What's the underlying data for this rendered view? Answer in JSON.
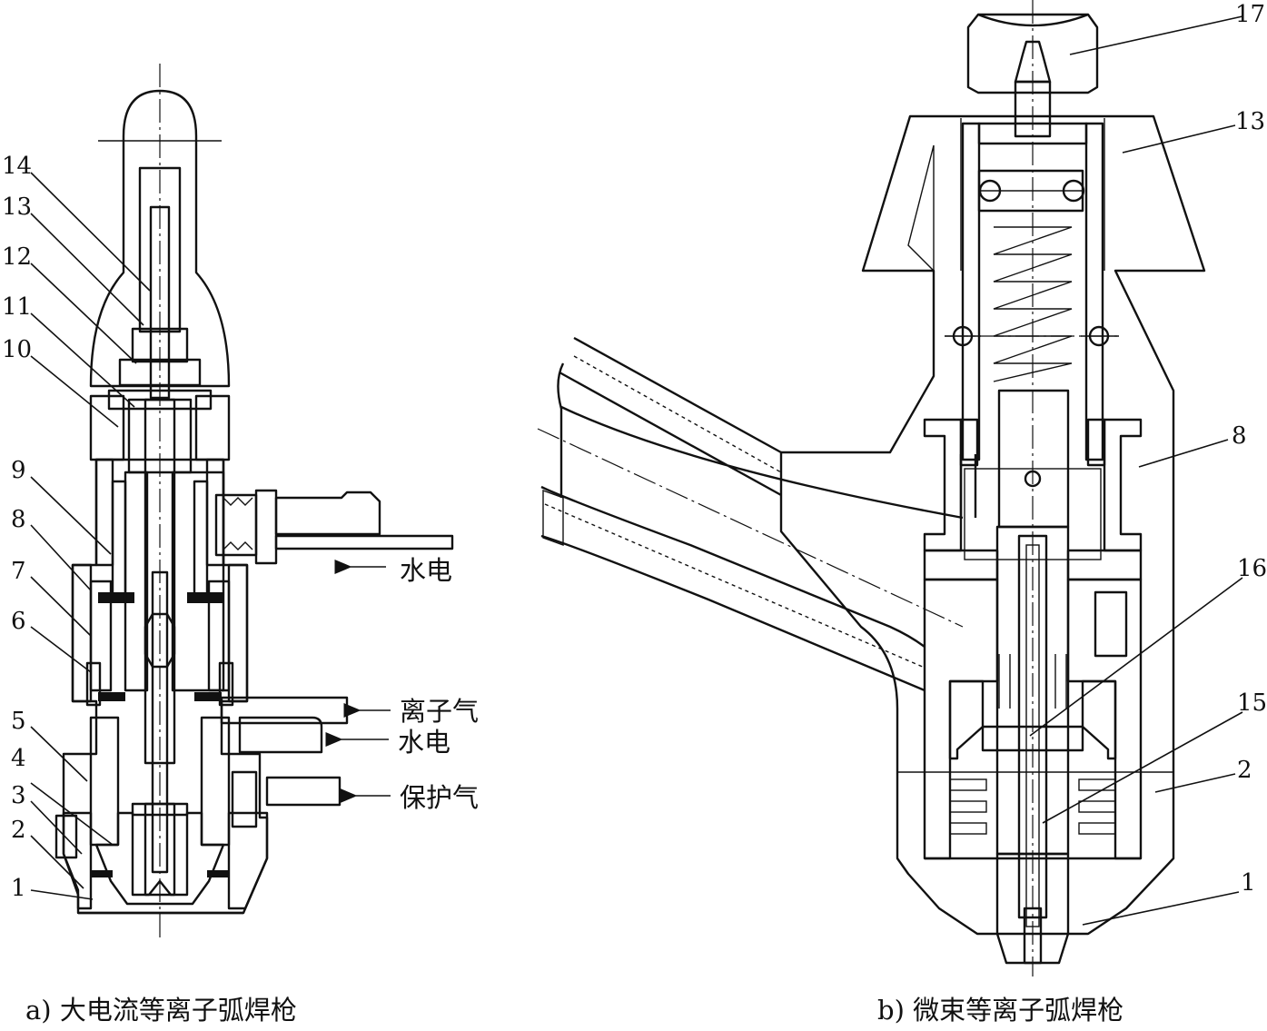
{
  "figure_a": {
    "caption": "a) 大电流等离子弧焊枪",
    "part_labels": [
      "14",
      "13",
      "12",
      "11",
      "10",
      "9",
      "8",
      "7",
      "6",
      "5",
      "4",
      "3",
      "2",
      "1"
    ],
    "flow_labels": [
      "水电",
      "离子气",
      "水电",
      "保护气"
    ]
  },
  "figure_b": {
    "caption": "b) 微束等离子弧焊枪",
    "part_labels": [
      "17",
      "13",
      "8",
      "16",
      "15",
      "2",
      "1"
    ]
  },
  "colors": {
    "line": "#111111",
    "background": "#ffffff"
  }
}
